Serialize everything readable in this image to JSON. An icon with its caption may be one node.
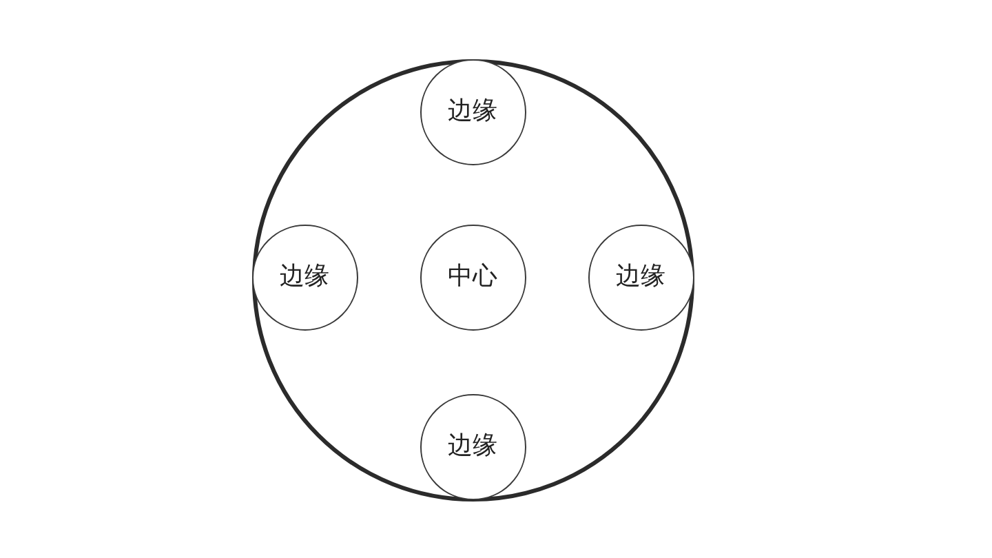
{
  "diagram": {
    "nodes": [
      {
        "text": [],
        "shape": "circle"
      },
      {
        "text": [
          "边缘"
        ],
        "in": 0
      },
      {
        "text": [
          "边缘"
        ],
        "in": 0
      },
      {
        "text": [
          "中心"
        ],
        "in": 0
      },
      {
        "text": [
          "边缘"
        ],
        "in": 0
      },
      {
        "text": [
          "边缘"
        ],
        "in": 0
      }
    ]
  }
}
